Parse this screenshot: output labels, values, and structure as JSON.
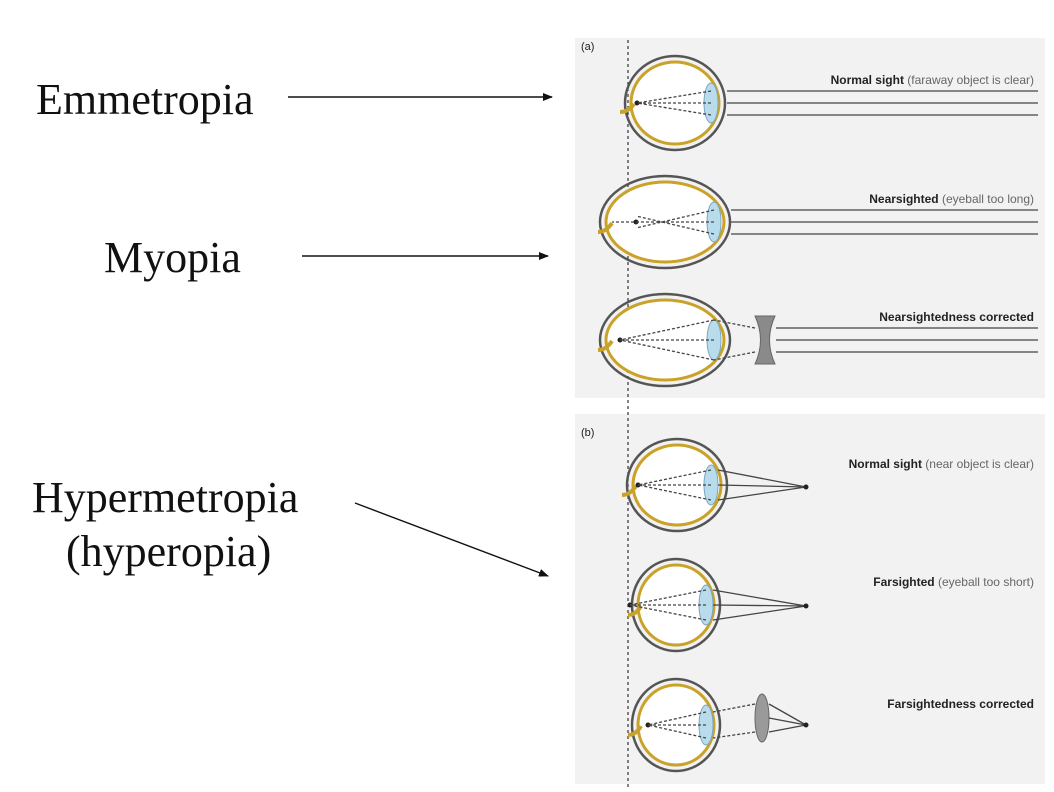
{
  "labels": {
    "emmetropia": "Emmetropia",
    "myopia": "Myopia",
    "hypermetropia_line1": "Hypermetropia",
    "hypermetropia_line2": "(hyperopia)"
  },
  "panels": {
    "a": {
      "tag": "(a)",
      "rows": [
        {
          "bold": "Normal sight",
          "note": " (faraway object is clear)"
        },
        {
          "bold": "Nearsighted",
          "note": " (eyeball too long)"
        },
        {
          "bold": "Nearsightedness corrected",
          "note": ""
        }
      ]
    },
    "b": {
      "tag": "(b)",
      "rows": [
        {
          "bold": "Normal sight",
          "note": " (near object is clear)"
        },
        {
          "bold": "Farsighted",
          "note": " (eyeball too short)"
        },
        {
          "bold": "Farsightedness corrected",
          "note": ""
        }
      ]
    }
  },
  "colors": {
    "panel_bg": "#f2f2f2",
    "retina": "#c9a227",
    "lens": "#b9dcec",
    "eye_outline": "#555555",
    "corrective_lens": "#8a8a8a"
  }
}
